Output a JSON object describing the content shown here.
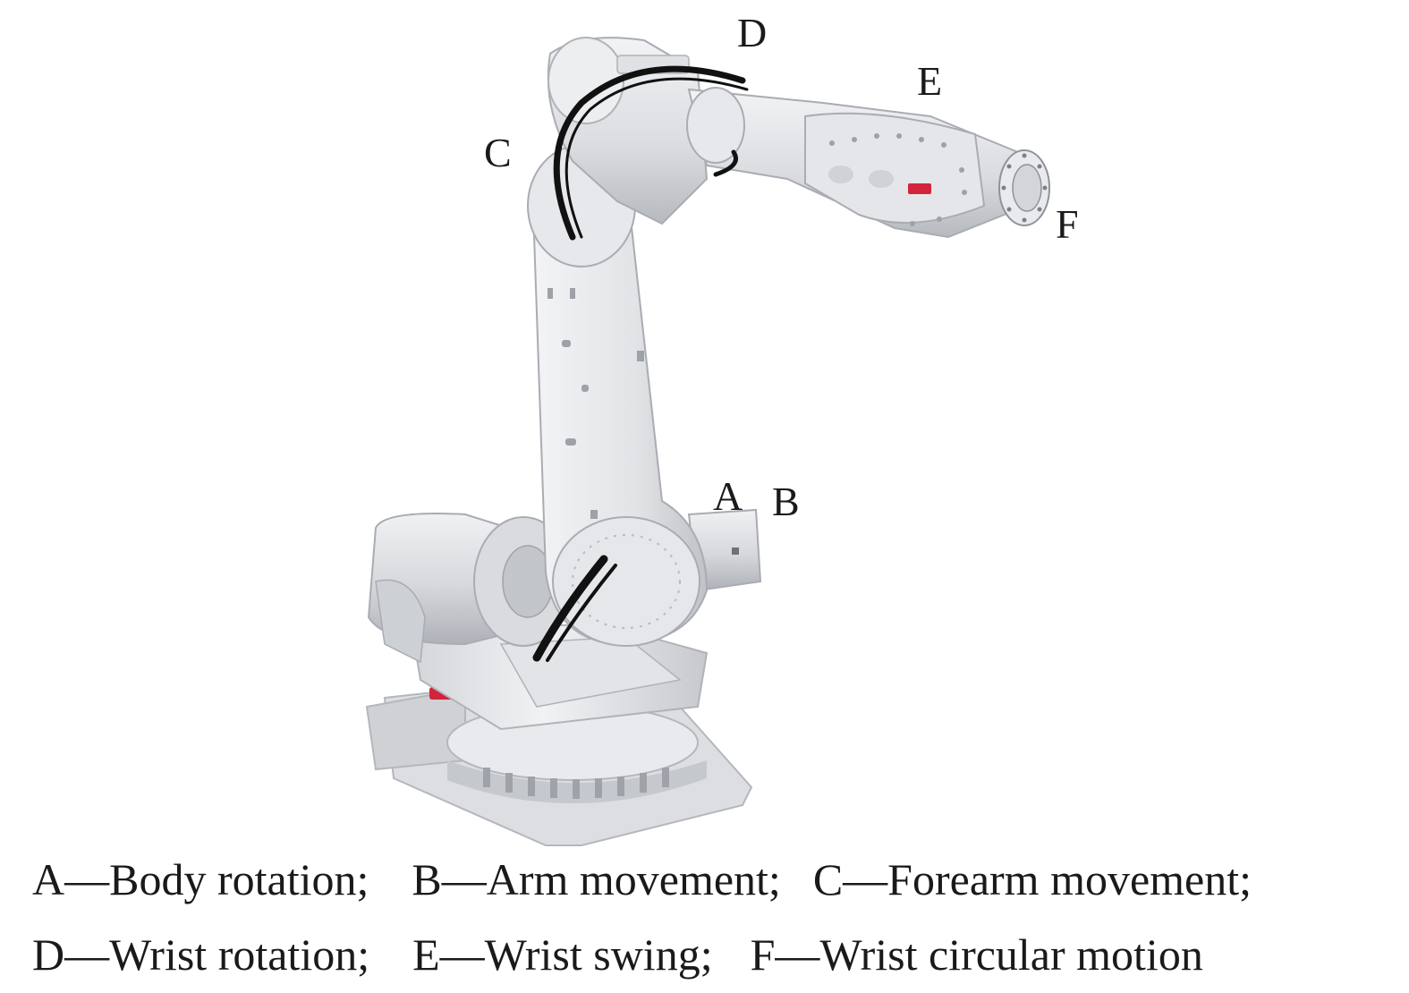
{
  "labels": {
    "a": "A",
    "b": "B",
    "c": "C",
    "d": "D",
    "e": "E",
    "f": "F"
  },
  "legend": {
    "a": "A—Body rotation;",
    "b": "B—Arm movement;",
    "c": "C—Forearm movement;",
    "d": "D—Wrist rotation;",
    "e": "E—Wrist swing;",
    "f": "F—Wrist circular motion"
  },
  "colors": {
    "robot_body": "#e6e7ea",
    "robot_shadow": "#c9cbd0",
    "robot_dark": "#a9acb2",
    "cable": "#111111",
    "logo": "#d4233a"
  }
}
